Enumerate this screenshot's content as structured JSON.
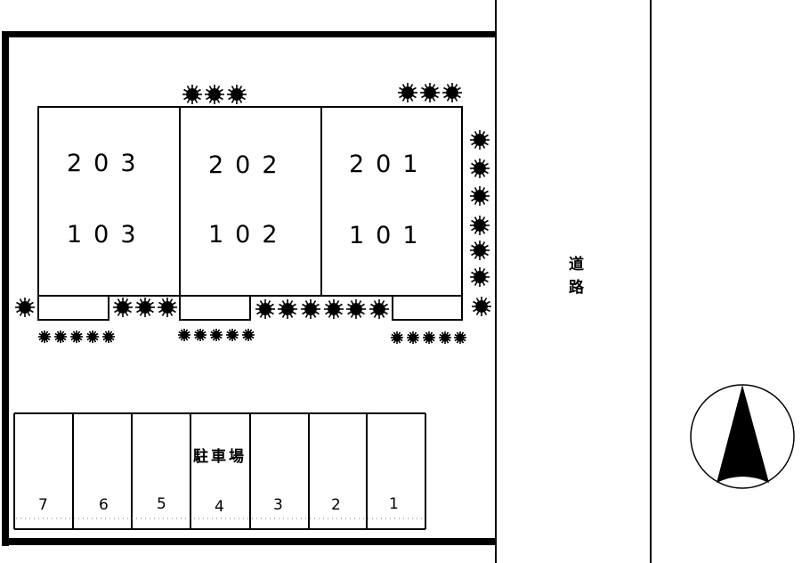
{
  "buildings": [
    {
      "upper": "203",
      "lower": "103"
    },
    {
      "upper": "202",
      "lower": "102"
    },
    {
      "upper": "201",
      "lower": "101"
    }
  ],
  "parking": {
    "label": "駐車場",
    "slots": [
      "7",
      "6",
      "5",
      "4",
      "3",
      "2",
      "1"
    ]
  },
  "road": {
    "label_top": "道",
    "label_bottom": "路"
  },
  "compass": {
    "icon": "north-arrow-icon"
  }
}
